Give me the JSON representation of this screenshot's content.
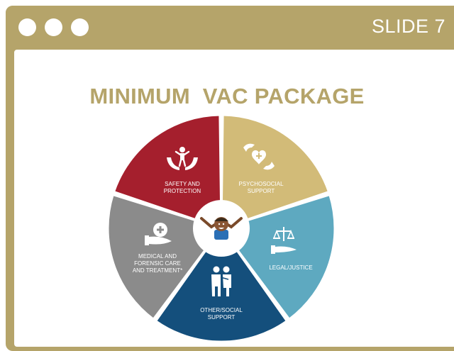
{
  "window": {
    "slide_label": "SLIDE 7",
    "colors": {
      "frame": "#b5a46a",
      "background": "#ffffff"
    }
  },
  "diagram": {
    "title": "MINIMUM  VAC PACKAGE",
    "segments": [
      {
        "id": "safety",
        "lines": [
          "SAFETY AND",
          "PROTECTION"
        ],
        "color": "#a51f2d",
        "icon": "hands-protecting-child-icon"
      },
      {
        "id": "psychosocial",
        "lines": [
          "PSYCHOSOCIAL",
          "SUPPORT"
        ],
        "color": "#d2bb78",
        "icon": "hands-holding-heart-icon"
      },
      {
        "id": "legal",
        "lines": [
          "LEGAL/JUSTICE"
        ],
        "color": "#5ea9c0",
        "icon": "scales-of-justice-hand-icon"
      },
      {
        "id": "other",
        "lines": [
          "OTHER/SOCIAL",
          "SUPPORT"
        ],
        "color": "#144f7c",
        "icon": "two-people-embracing-icon"
      },
      {
        "id": "medical",
        "lines": [
          "MEDICAL AND",
          "FORENSIC CARE",
          "AND TREATMENT*"
        ],
        "color": "#8b8b8b",
        "icon": "hand-medical-cross-icon"
      }
    ],
    "center_icon": "child-arms-raised-icon"
  }
}
